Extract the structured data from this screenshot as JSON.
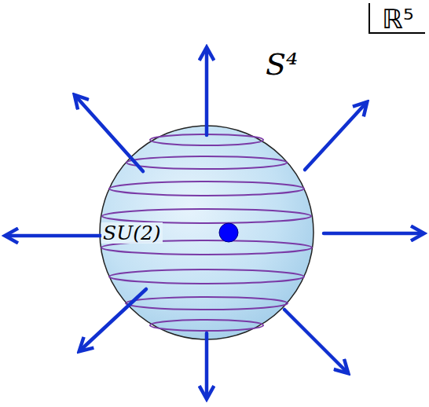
{
  "diagram": {
    "labels": [
      "ℝ⁵",
      "S⁴",
      "SU(2)"
    ]
  }
}
